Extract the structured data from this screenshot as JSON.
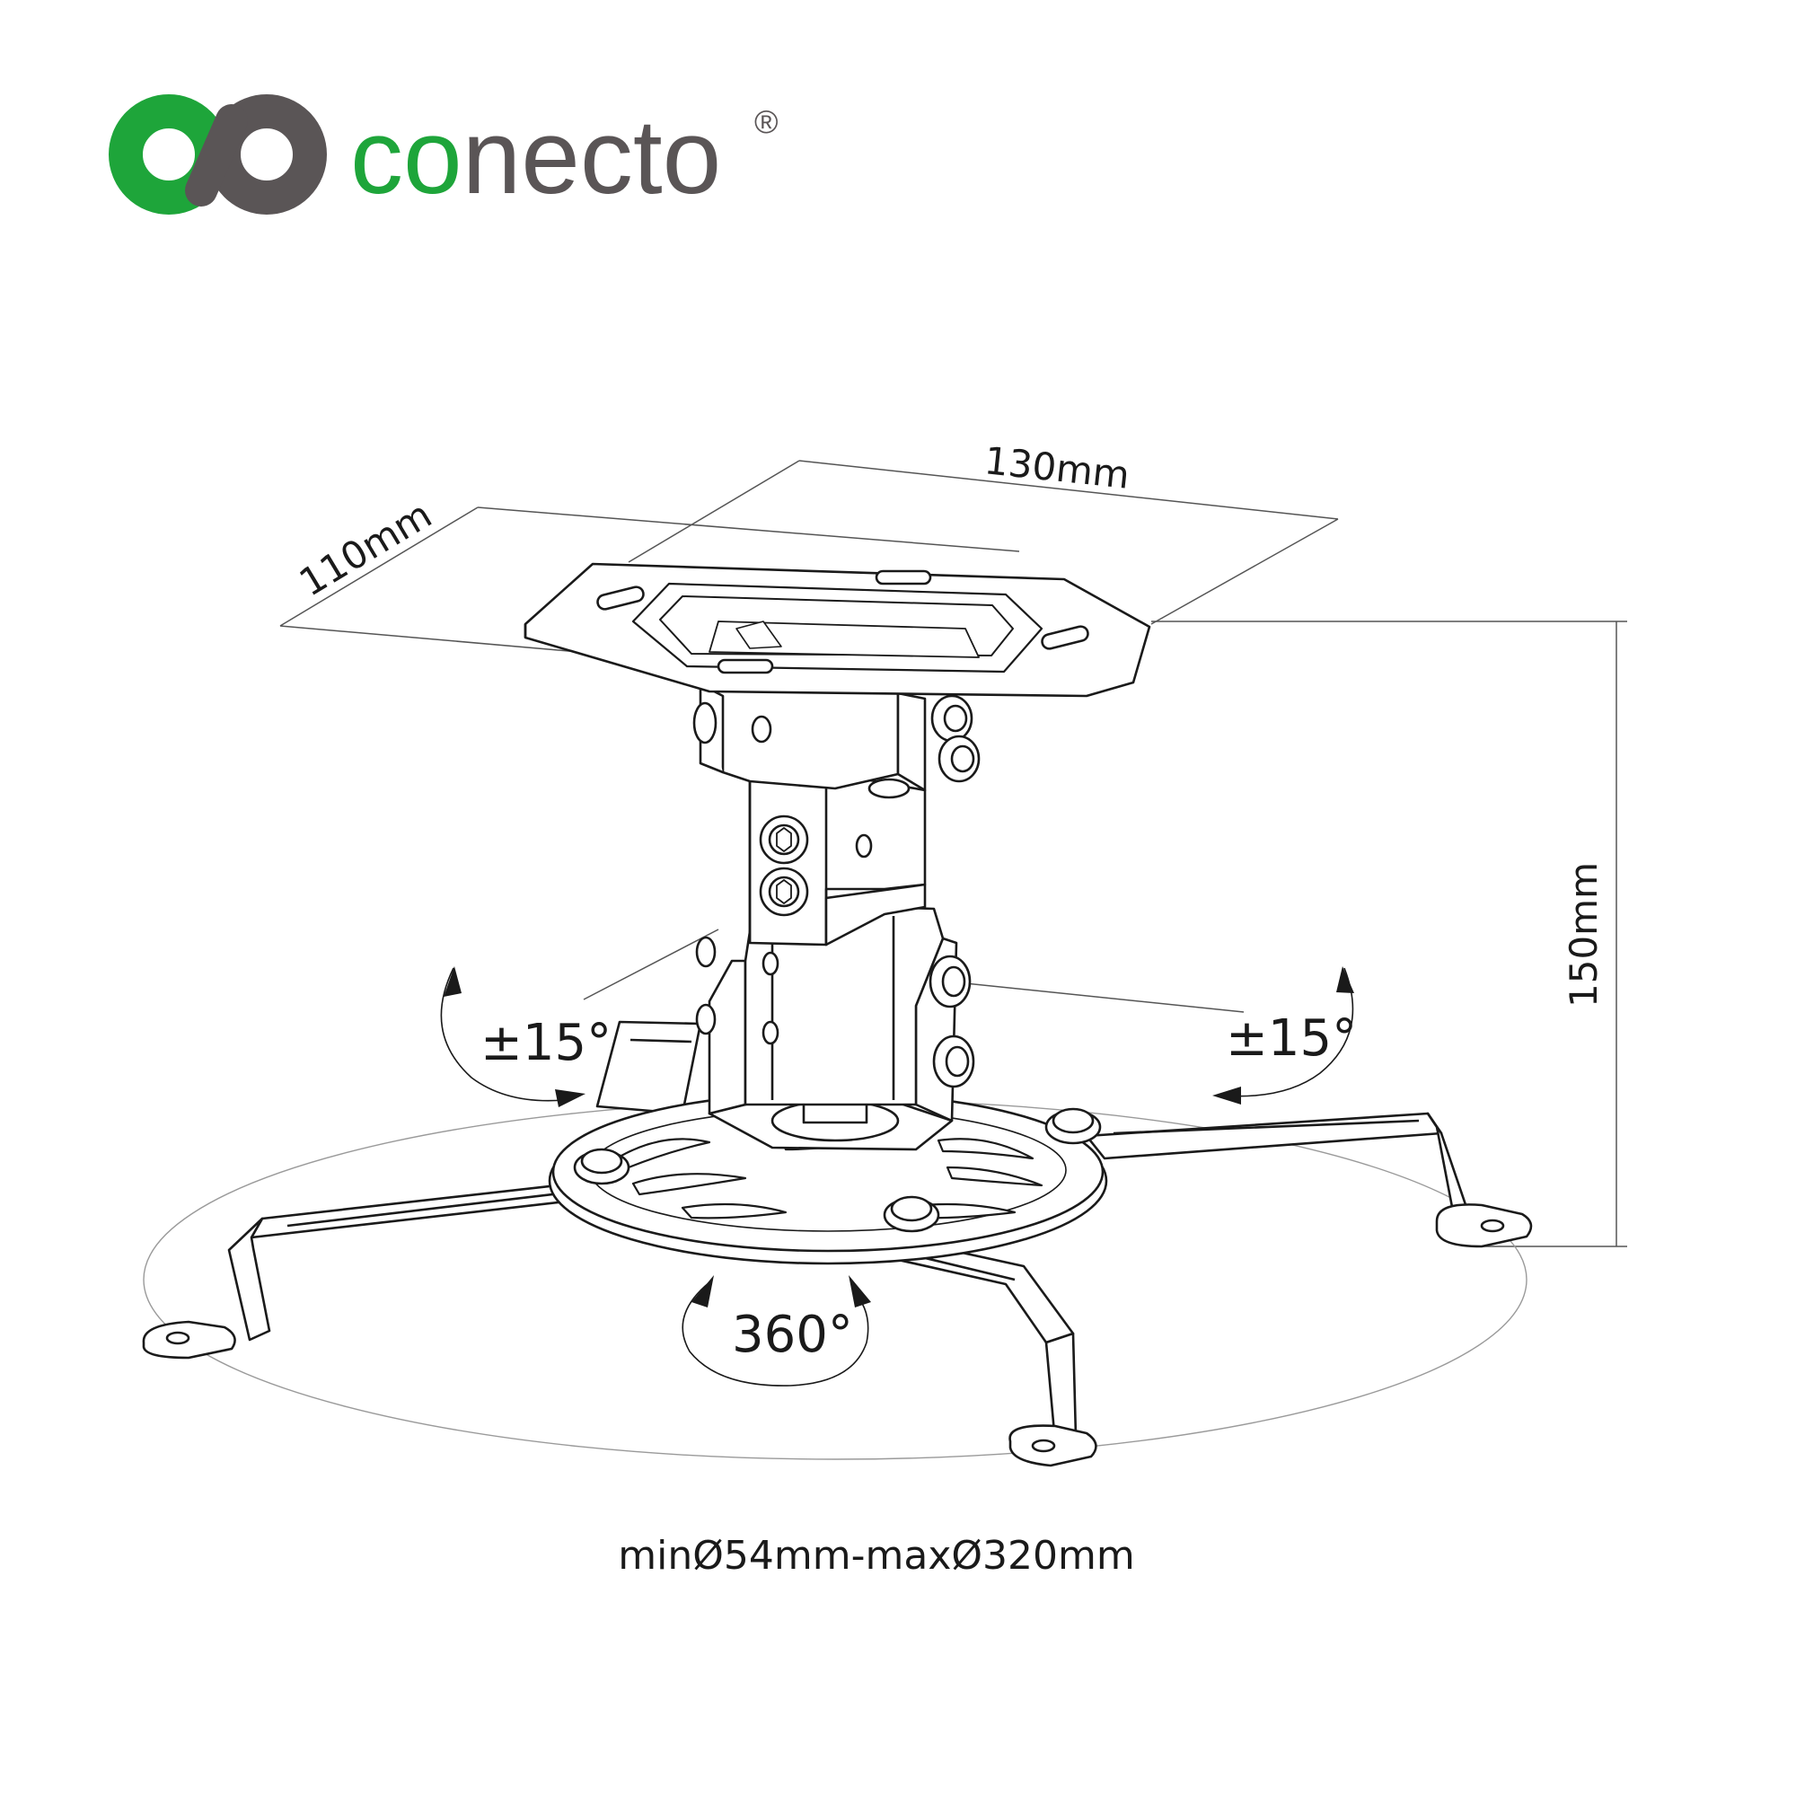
{
  "brand": {
    "name_part1": "co",
    "name_part2": "necto",
    "registered": "®",
    "green": "#1ea53a",
    "gray": "#5a5556"
  },
  "dimensions": {
    "depth": "110mm",
    "width": "130mm",
    "height": "150mm",
    "tilt_left": "±15°",
    "tilt_right": "±15°",
    "rotation": "360°",
    "projector_range": "minØ54mm-maxØ320mm"
  },
  "colors": {
    "line": "#1a1a1a",
    "thin": "#555555",
    "ellipse": "#9a9a9a"
  }
}
